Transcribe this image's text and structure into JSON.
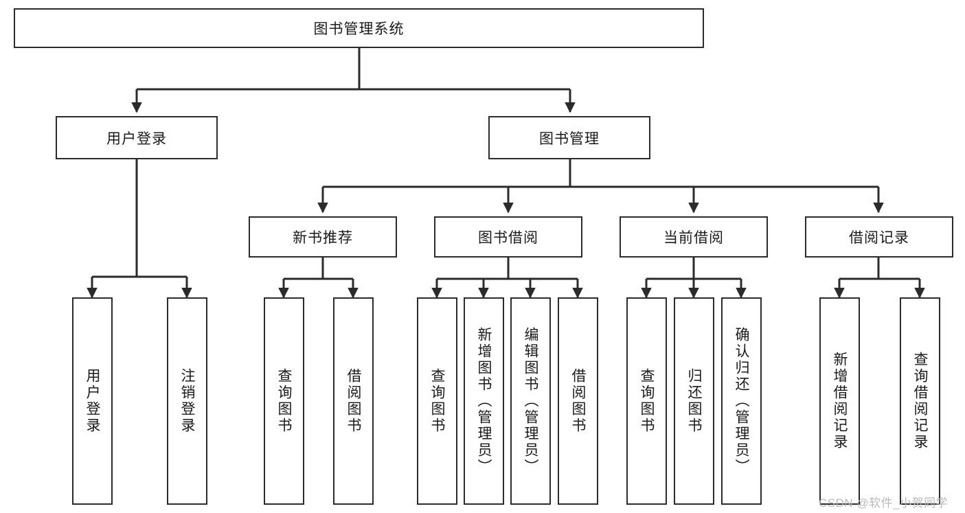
{
  "diagram": {
    "title": "图书管理系统",
    "type": "tree-hierarchy-diagram",
    "watermark": "CSDN @软件_小贺同学",
    "colors": {
      "border": "#2b2b2b",
      "background": "#ffffff",
      "text": "#1a1a1a",
      "watermark": "#b9b9b9"
    },
    "root": {
      "label": "图书管理系统"
    },
    "level2": [
      {
        "label": "用户登录"
      },
      {
        "label": "图书管理"
      }
    ],
    "level3": [
      {
        "label": "新书推荐"
      },
      {
        "label": "图书借阅"
      },
      {
        "label": "当前借阅"
      },
      {
        "label": "借阅记录"
      }
    ],
    "leaves": {
      "user_login": [
        {
          "label": "用户登录"
        },
        {
          "label": "注销登录"
        }
      ],
      "new_book_recommend": [
        {
          "label": "查询图书"
        },
        {
          "label": "借阅图书"
        }
      ],
      "book_borrow": [
        {
          "label": "查询图书"
        },
        {
          "label": "新增图书（管理员）"
        },
        {
          "label": "编辑图书（管理员）"
        },
        {
          "label": "借阅图书"
        }
      ],
      "current_borrow": [
        {
          "label": "查询图书"
        },
        {
          "label": "归还图书"
        },
        {
          "label": "确认归还（管理员）"
        }
      ],
      "borrow_record": [
        {
          "label": "新增借阅记录"
        },
        {
          "label": "查询借阅记录"
        }
      ]
    }
  }
}
